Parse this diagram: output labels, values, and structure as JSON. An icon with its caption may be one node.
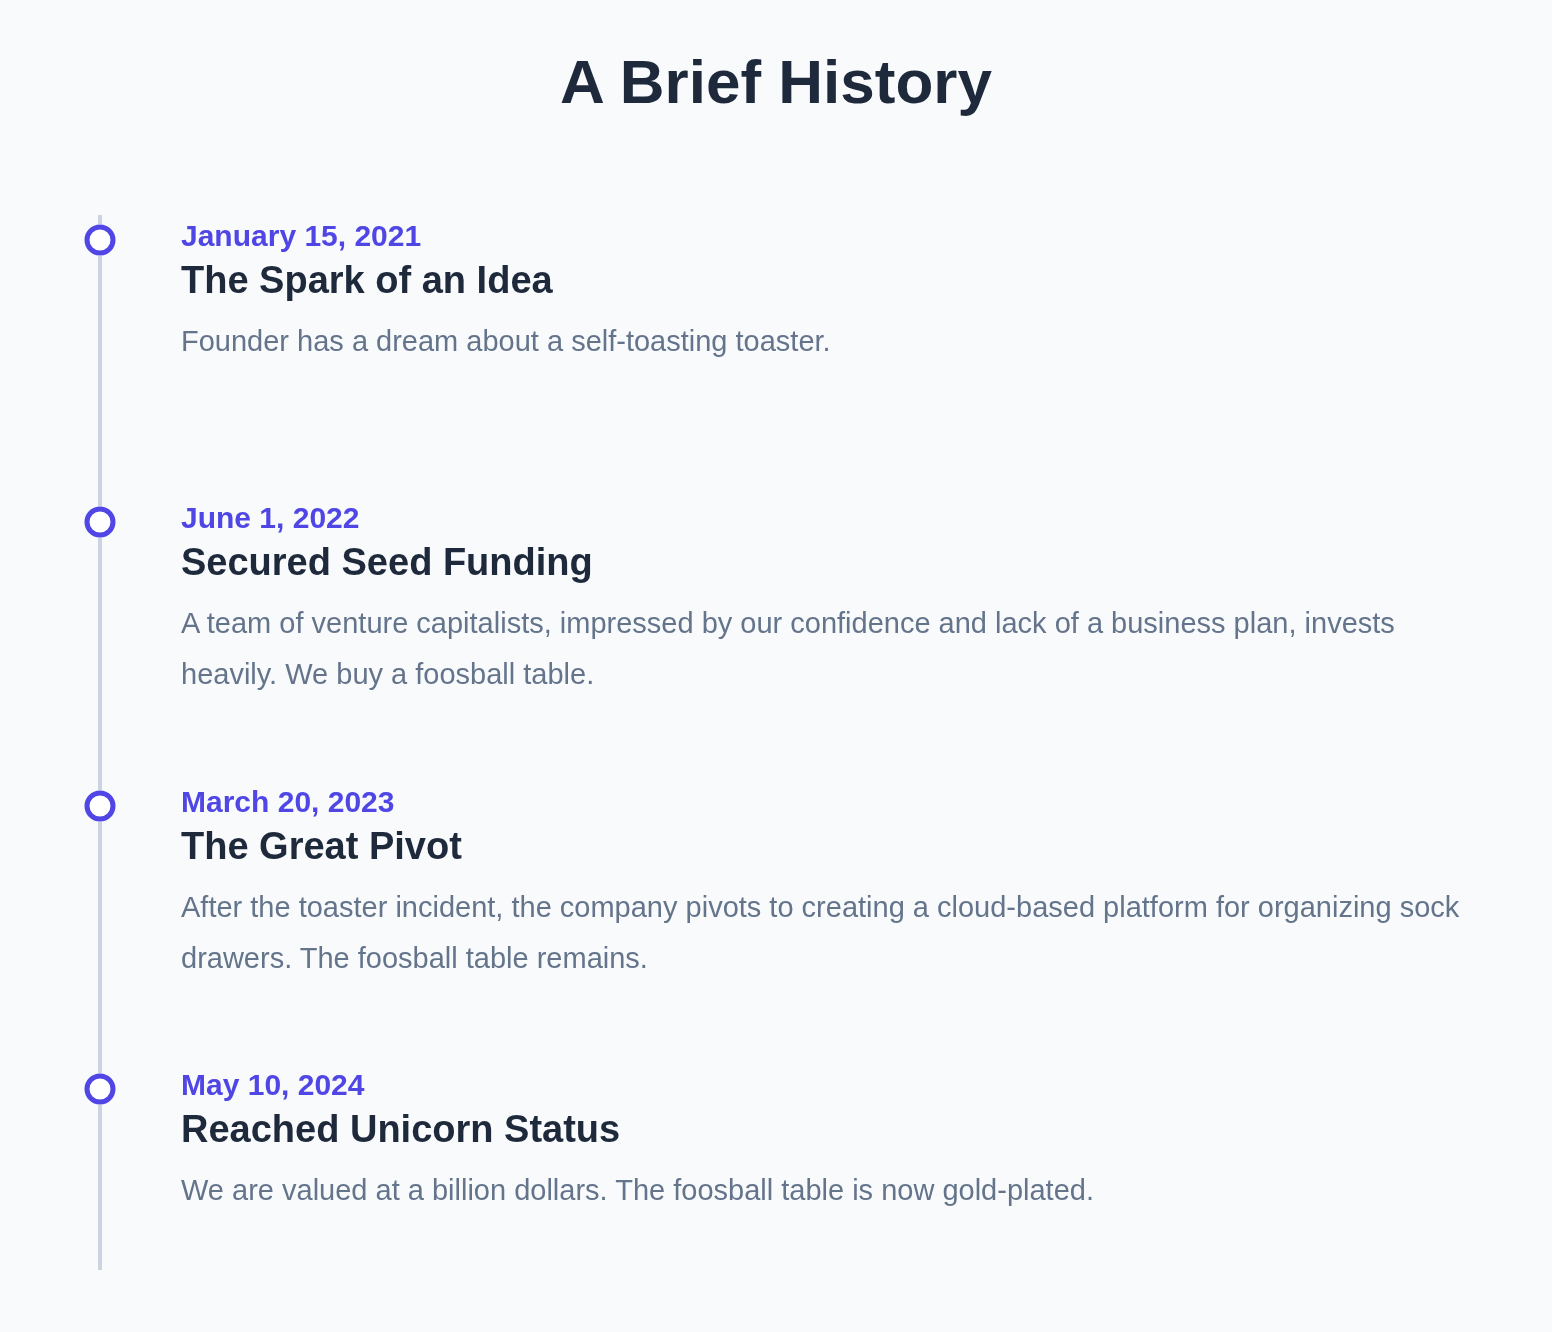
{
  "diagram": {
    "title": "A Brief History",
    "nodes": [
      {
        "text": [],
        "shape": "circle",
        "beside": [
          "January 15, 2021",
          "The Spark of an Idea",
          "Founder has a dream about a self-toasting toaster."
        ]
      },
      {
        "text": [],
        "shape": "circle",
        "beside": [
          "June 1, 2022",
          "Secured Seed Funding",
          "A team of venture capitalists, impressed by our confidence and lack of a business plan, invests heavily. We buy a foosball table."
        ]
      },
      {
        "text": [],
        "shape": "circle",
        "beside": [
          "March 20, 2023",
          "The Great Pivot",
          "After the toaster incident, the company pivots to creating a cloud-based platform for organizing sock drawers. The foosball table remains."
        ]
      },
      {
        "text": [],
        "shape": "circle",
        "beside": [
          "May 10, 2024",
          "Reached Unicorn Status",
          "We are valued at a billion dollars. The foosball table is now gold-plated."
        ]
      }
    ],
    "edges": [
      {
        "from": 0,
        "to": 1,
        "arrow": "none"
      },
      {
        "from": 1,
        "to": 2,
        "arrow": "none"
      },
      {
        "from": 2,
        "to": 3,
        "arrow": "none"
      }
    ]
  }
}
